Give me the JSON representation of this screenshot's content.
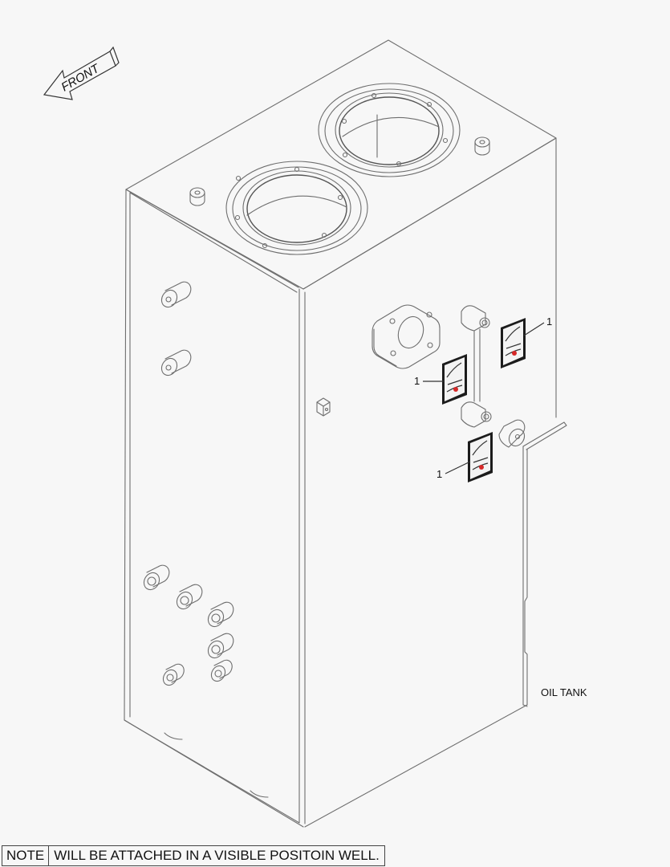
{
  "diagram": {
    "title": "OIL TANK",
    "front_arrow": {
      "label": "FRONT",
      "icon": "front-direction-arrow-icon"
    },
    "callouts": [
      {
        "number": "1",
        "target": "decal-upper-right"
      },
      {
        "number": "1",
        "target": "decal-middle-left"
      },
      {
        "number": "1",
        "target": "decal-lower"
      }
    ],
    "note": {
      "key": "NOTE",
      "text": "WILL BE ATTACHED IN A VISIBLE POSITOIN WELL."
    },
    "colors": {
      "background": "#f7f7f7",
      "line": "#6e6e6e",
      "decal": "#1c1c1c",
      "decal_accent": "#d62828"
    }
  }
}
